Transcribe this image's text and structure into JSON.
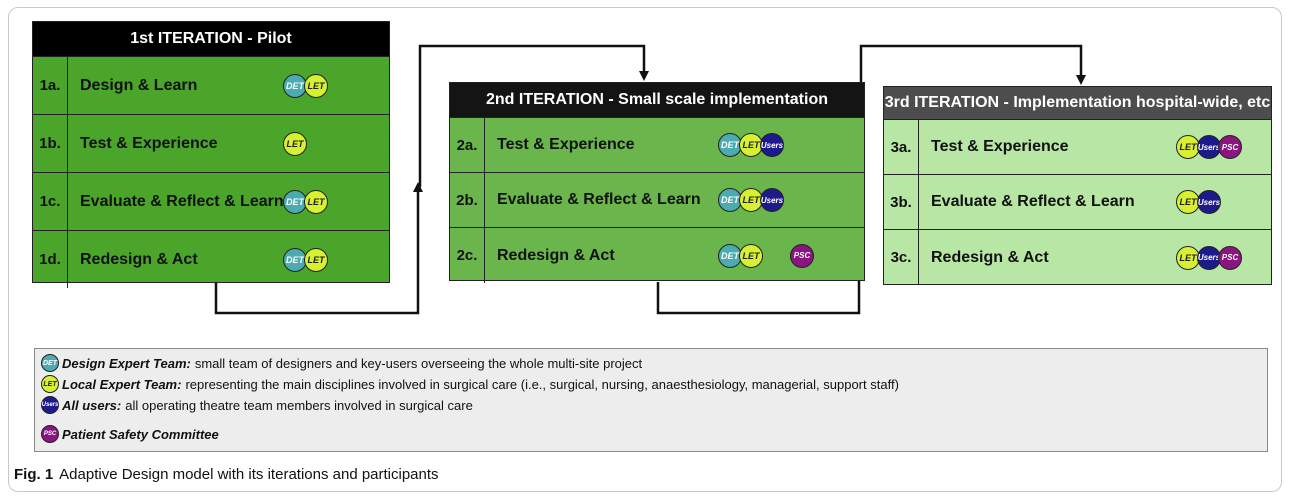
{
  "iterations": [
    {
      "header": "1st ITERATION - Pilot",
      "header_bg": "#000000",
      "header_color": "#ffffff",
      "body_bg": "#4aa52a",
      "rows": [
        {
          "num": "1a.",
          "label": "Design & Learn",
          "badges": [
            "DET",
            "LET"
          ]
        },
        {
          "num": "1b.",
          "label": "Test & Experience",
          "badges": [
            "LET"
          ]
        },
        {
          "num": "1c.",
          "label": "Evaluate & Reflect & Learn",
          "badges": [
            "DET",
            "LET"
          ]
        },
        {
          "num": "1d.",
          "label": "Redesign & Act",
          "badges": [
            "DET",
            "LET"
          ]
        }
      ]
    },
    {
      "header": "2nd ITERATION - Small scale implementation",
      "header_bg": "#141414",
      "header_color": "#ffffff",
      "body_bg": "#6ab64d",
      "rows": [
        {
          "num": "2a.",
          "label": "Test & Experience",
          "badges": [
            "DET",
            "LET",
            "Users"
          ]
        },
        {
          "num": "2b.",
          "label": "Evaluate & Reflect & Learn",
          "badges": [
            "DET",
            "LET",
            "Users"
          ]
        },
        {
          "num": "2c.",
          "label": "Redesign & Act",
          "badges": [
            "DET",
            "LET"
          ],
          "extra_badge": "PSC"
        }
      ]
    },
    {
      "header": "3rd ITERATION - Implementation hospital-wide, etc",
      "header_bg": "#4d4d4d",
      "header_color": "#ffffff",
      "body_bg": "#b8e6a4",
      "rows": [
        {
          "num": "3a.",
          "label": "Test & Experience",
          "badges": [
            "LET",
            "Users",
            "PSC"
          ]
        },
        {
          "num": "3b.",
          "label": "Evaluate & Reflect & Learn",
          "badges": [
            "LET",
            "Users"
          ]
        },
        {
          "num": "3c.",
          "label": "Redesign & Act",
          "badges": [
            "LET",
            "Users",
            "PSC"
          ]
        }
      ]
    }
  ],
  "legend": [
    {
      "badge": "DET",
      "term": "Design Expert Team:",
      "desc": "small team of designers and key-users overseeing the whole multi-site project"
    },
    {
      "badge": "LET",
      "term": "Local Expert Team:",
      "desc": "representing the main disciplines involved in surgical care (i.e., surgical, nursing, anaesthesiology, managerial, support staff)"
    },
    {
      "badge": "Users",
      "term": "All users:",
      "desc": "all operating theatre team members involved in surgical care"
    },
    {
      "badge": "PSC",
      "term": "Patient Safety Committee",
      "desc": ""
    }
  ],
  "caption": {
    "label": "Fig. 1",
    "text": "Adaptive Design model with its iterations and participants"
  },
  "colors": {
    "det": "#4cabb0",
    "let": "#d7f032",
    "users": "#1d1a8c",
    "psc": "#8a1580"
  }
}
